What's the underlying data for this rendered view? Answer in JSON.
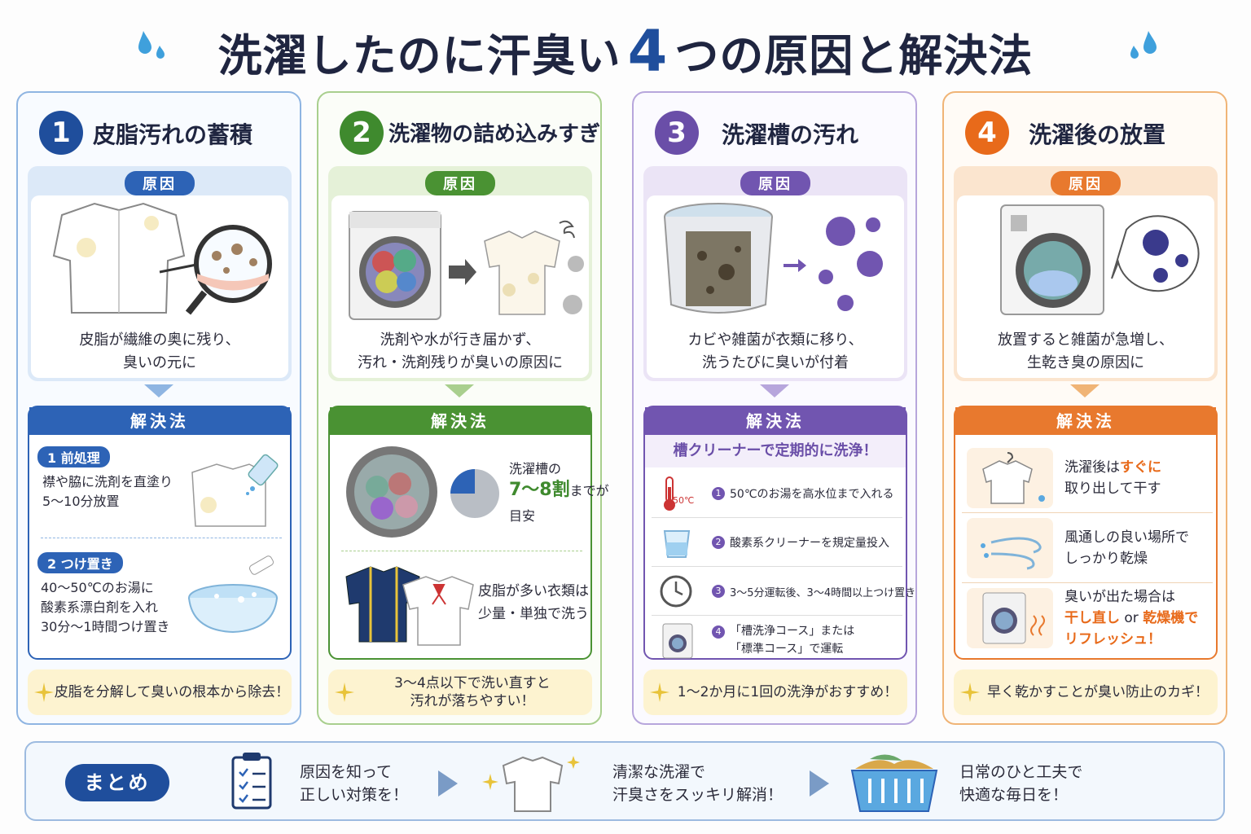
{
  "title": {
    "part1": "洗濯したのに汗臭い",
    "number": "4",
    "part2": "つの原因と解決法"
  },
  "colors": {
    "blue": "#1f4e9c",
    "green": "#3f8a2e",
    "purple": "#6a4ea8",
    "orange": "#e86a1a"
  },
  "labels": {
    "cause": "原因",
    "solution": "解決法"
  },
  "cards": [
    {
      "num": "1",
      "title": "皮脂汚れの蓄積",
      "cause": [
        "皮脂が繊維の奥に残り、",
        "臭いの元に"
      ],
      "steps": [
        {
          "label": "1 前処理",
          "text": [
            "襟や脇に洗剤を直塗り",
            "5〜10分放置"
          ]
        },
        {
          "label": "2 つけ置き",
          "text": [
            "40〜50℃のお湯に",
            "酸素系漂白剤を入れ",
            "30分〜1時間つけ置き"
          ]
        }
      ],
      "tip": [
        "皮脂を分解して臭いの根本から除去！"
      ]
    },
    {
      "num": "2",
      "title": "洗濯物の詰め込みすぎ",
      "cause": [
        "洗剤や水が行き届かず、",
        "汚れ・洗剤残りが臭いの原因に"
      ],
      "capacity": {
        "label": "洗濯槽の",
        "value": "7〜8割",
        "suffix": "までが",
        "after": "目安",
        "fill_fraction": 0.75
      },
      "advice": [
        "皮脂が多い衣類は",
        "少量・単独で洗う"
      ],
      "tip": [
        "3〜4点以下で洗い直すと",
        "汚れが落ちやすい！"
      ]
    },
    {
      "num": "3",
      "title": "洗濯槽の汚れ",
      "cause": [
        "カビや雑菌が衣類に移り、",
        "洗うたびに臭いが付着"
      ],
      "headline": "槽クリーナーで定期的に洗浄！",
      "temp_label": "50℃",
      "steps": [
        {
          "n": "1",
          "text": "50℃のお湯を高水位まで入れる"
        },
        {
          "n": "2",
          "text": "酸素系クリーナーを規定量投入"
        },
        {
          "n": "3",
          "text": "3〜5分運転後、3〜4時間以上つけ置き"
        },
        {
          "n": "4",
          "text": [
            "「槽洗浄コース」または",
            "「標準コース」で運転"
          ]
        }
      ],
      "tip": [
        "1〜2か月に1回の洗浄がおすすめ！"
      ]
    },
    {
      "num": "4",
      "title": "洗濯後の放置",
      "cause": [
        "放置すると雑菌が急増し、",
        "生乾き臭の原因に"
      ],
      "rows": [
        {
          "a": "洗濯後は",
          "b": "すぐに",
          "c": "取り出して干す"
        },
        {
          "a": "風通しの良い場所で",
          "c": "しっかり乾燥"
        },
        {
          "a": "臭いが出た場合は",
          "b": "干し直し",
          "mid": " or ",
          "b2": "乾燥機で",
          "c": "リフレッシュ！"
        }
      ],
      "tip": [
        "早く乾かすことが臭い防止のカギ！"
      ]
    }
  ],
  "summary": {
    "label": "まとめ",
    "items": [
      [
        "原因を知って",
        "正しい対策を！"
      ],
      [
        "清潔な洗濯で",
        "汗臭さをスッキリ解消！"
      ],
      [
        "日常のひと工夫で",
        "快適な毎日を！"
      ]
    ]
  }
}
